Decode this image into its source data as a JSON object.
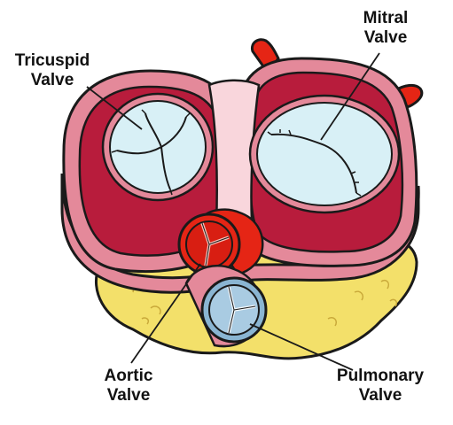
{
  "labels": {
    "tricuspid": {
      "line1": "Tricuspid",
      "line2": "Valve"
    },
    "mitral": {
      "line1": "Mitral",
      "line2": "Valve"
    },
    "aortic": {
      "line1": "Aortic",
      "line2": "Valve"
    },
    "pulmonary": {
      "line1": "Pulmonary",
      "line2": "Valve"
    }
  },
  "colors": {
    "outline": "#1a1a1a",
    "muscle_light": "#e4899a",
    "muscle_dark": "#b81c3c",
    "muscle_mid": "#d4466a",
    "skeleton_pale": "#f9d6dc",
    "valve_leaflet": "#d8f0f6",
    "fat": "#f3e06a",
    "vessel_red": "#e52515",
    "pulmonary_blue": "#8ab5d2"
  }
}
